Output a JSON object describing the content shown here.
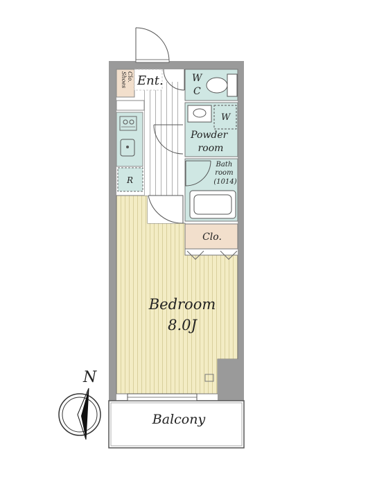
{
  "rooms": {
    "entrance": "Ent.",
    "shoes_closet_line1": "Shoes",
    "shoes_closet_line2": "Clo.",
    "wc_line1": "W",
    "wc_line2": "C",
    "washer": "W",
    "powder_room_line1": "Powder",
    "powder_room_line2": "room",
    "bath_line1": "Bath",
    "bath_line2": "room",
    "bath_line3": "(1014)",
    "refrigerator": "R",
    "closet": "Clo.",
    "bedroom_name": "Bedroom",
    "bedroom_size": "8.0J",
    "balcony": "Balcony"
  },
  "compass": {
    "north": "N"
  },
  "colors": {
    "wall": "#9a9a9a",
    "bedroom_floor": "#f3ecc4",
    "wet_area": "#cfe7e3",
    "closet": "#f2dfcc",
    "hallway": "#ffffff",
    "outline": "#555555"
  }
}
